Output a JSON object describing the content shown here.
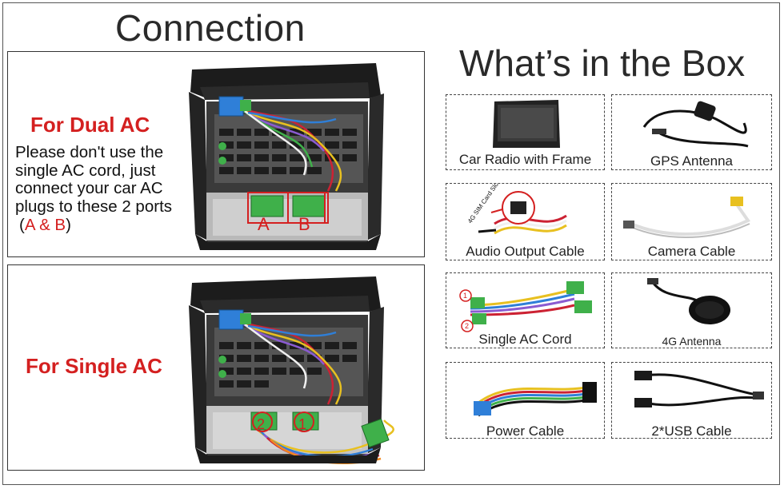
{
  "connection": {
    "title": "Connection",
    "dual": {
      "heading": "For Dual AC",
      "description": "Please don't use the single AC cord, just connect your car AC plugs to these 2 ports",
      "ports_open": "(",
      "ports_text": "A & B",
      "ports_close": ")",
      "port_a": "A",
      "port_b": "B"
    },
    "single": {
      "heading": "For Single AC",
      "port_2": "2",
      "port_1": "1"
    }
  },
  "box": {
    "title": "What’s in the Box",
    "sim_label": "4G SIM Card Slot",
    "items": [
      {
        "label": "Car Radio with Frame",
        "icon": "car-radio-icon"
      },
      {
        "label": "GPS Antenna",
        "icon": "gps-antenna-icon"
      },
      {
        "label": "Audio Output Cable",
        "icon": "audio-cable-icon"
      },
      {
        "label": "Camera Cable",
        "icon": "camera-cable-icon"
      },
      {
        "label": "Single AC Cord",
        "icon": "ac-cord-icon"
      },
      {
        "label": "4G Antenna",
        "icon": "4g-antenna-icon"
      },
      {
        "label": "Power Cable",
        "icon": "power-cable-icon"
      },
      {
        "label": "2*USB Cable",
        "icon": "usb-cable-icon"
      }
    ],
    "ac_marker_1": "1",
    "ac_marker_2": "2"
  },
  "colors": {
    "accent_red": "#d42020",
    "connector_green": "#3fb04a",
    "connector_blue": "#2f7fd8",
    "text_dark": "#2a2a2a"
  }
}
